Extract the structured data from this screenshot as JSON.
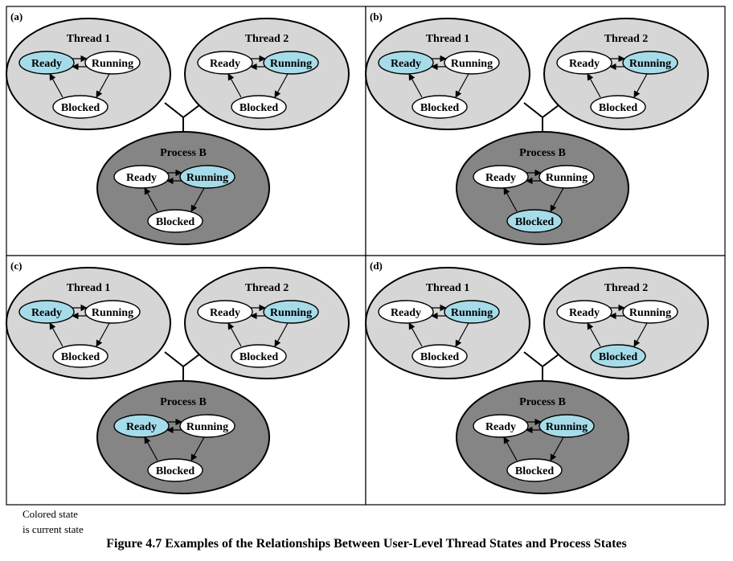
{
  "colors": {
    "current_state": "#a6dcea",
    "state": "#ffffff",
    "thread_fill": "#d6d6d6",
    "process_fill": "#858585",
    "line": "#000000"
  },
  "state_names": {
    "ready": "Ready",
    "running": "Running",
    "blocked": "Blocked"
  },
  "panels": [
    {
      "label": "(a)",
      "groups": [
        {
          "kind": "thread",
          "title": "Thread 1",
          "current": "ready"
        },
        {
          "kind": "thread",
          "title": "Thread 2",
          "current": "running"
        },
        {
          "kind": "process",
          "title": "Process B",
          "current": "running"
        }
      ]
    },
    {
      "label": "(b)",
      "groups": [
        {
          "kind": "thread",
          "title": "Thread 1",
          "current": "ready"
        },
        {
          "kind": "thread",
          "title": "Thread 2",
          "current": "running"
        },
        {
          "kind": "process",
          "title": "Process B",
          "current": "blocked"
        }
      ]
    },
    {
      "label": "(c)",
      "groups": [
        {
          "kind": "thread",
          "title": "Thread 1",
          "current": "ready"
        },
        {
          "kind": "thread",
          "title": "Thread 2",
          "current": "running"
        },
        {
          "kind": "process",
          "title": "Process B",
          "current": "ready"
        }
      ]
    },
    {
      "label": "(d)",
      "groups": [
        {
          "kind": "thread",
          "title": "Thread 1",
          "current": "running"
        },
        {
          "kind": "thread",
          "title": "Thread 2",
          "current": "blocked"
        },
        {
          "kind": "process",
          "title": "Process B",
          "current": "running"
        }
      ]
    }
  ],
  "legend": {
    "line1": "Colored state",
    "line2": "is current state"
  },
  "caption": "Figure 4.7   Examples of the Relationships Between User-Level Thread States and Process States"
}
